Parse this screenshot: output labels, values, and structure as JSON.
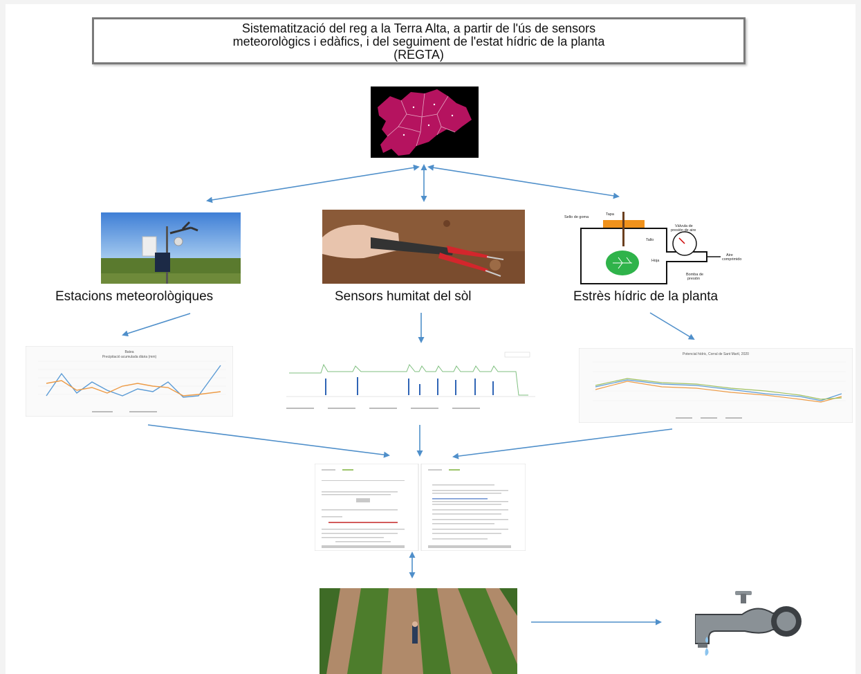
{
  "title": {
    "line1": "Sistematització del reg a la Terra Alta, a partir de l'ús de sensors",
    "line2": "meteorològics i edàfics, i del seguiment de l'estat hídric de la planta",
    "line3": "(REGTA)"
  },
  "labels": {
    "weather": "Estacions meteorològiques",
    "soil": "Sensors humitat del sòl",
    "stress": "Estrès hídric de la planta"
  },
  "chamber": {
    "gasket": "Sello de goma",
    "lid": "Tapa",
    "valve_top": "Válvula de",
    "valve_bottom": "presión de aire",
    "leaf": "Hoja",
    "stem": "Tallo",
    "air_top": "Aire",
    "air_bottom": "comprimido",
    "bomb_top": "Bomba de",
    "bomb_bottom": "presión"
  },
  "charts": {
    "rain_title": "Batea",
    "rain_subtitle": "Precipitació acumulada diària (mm)",
    "water_title": "Potencial hídric, Corral de Sant Martí, 2020"
  },
  "colors": {
    "arrow": "#4f8fca",
    "map_bg": "#000000",
    "map_fill": "#b5135f",
    "leaf": "#2fb34a",
    "lid": "#f0921c"
  },
  "icons": [
    "map-icon",
    "weather-station-photo",
    "soil-sensor-photo",
    "pressure-chamber-diagram",
    "water-tap-icon",
    "vineyard-photo"
  ]
}
